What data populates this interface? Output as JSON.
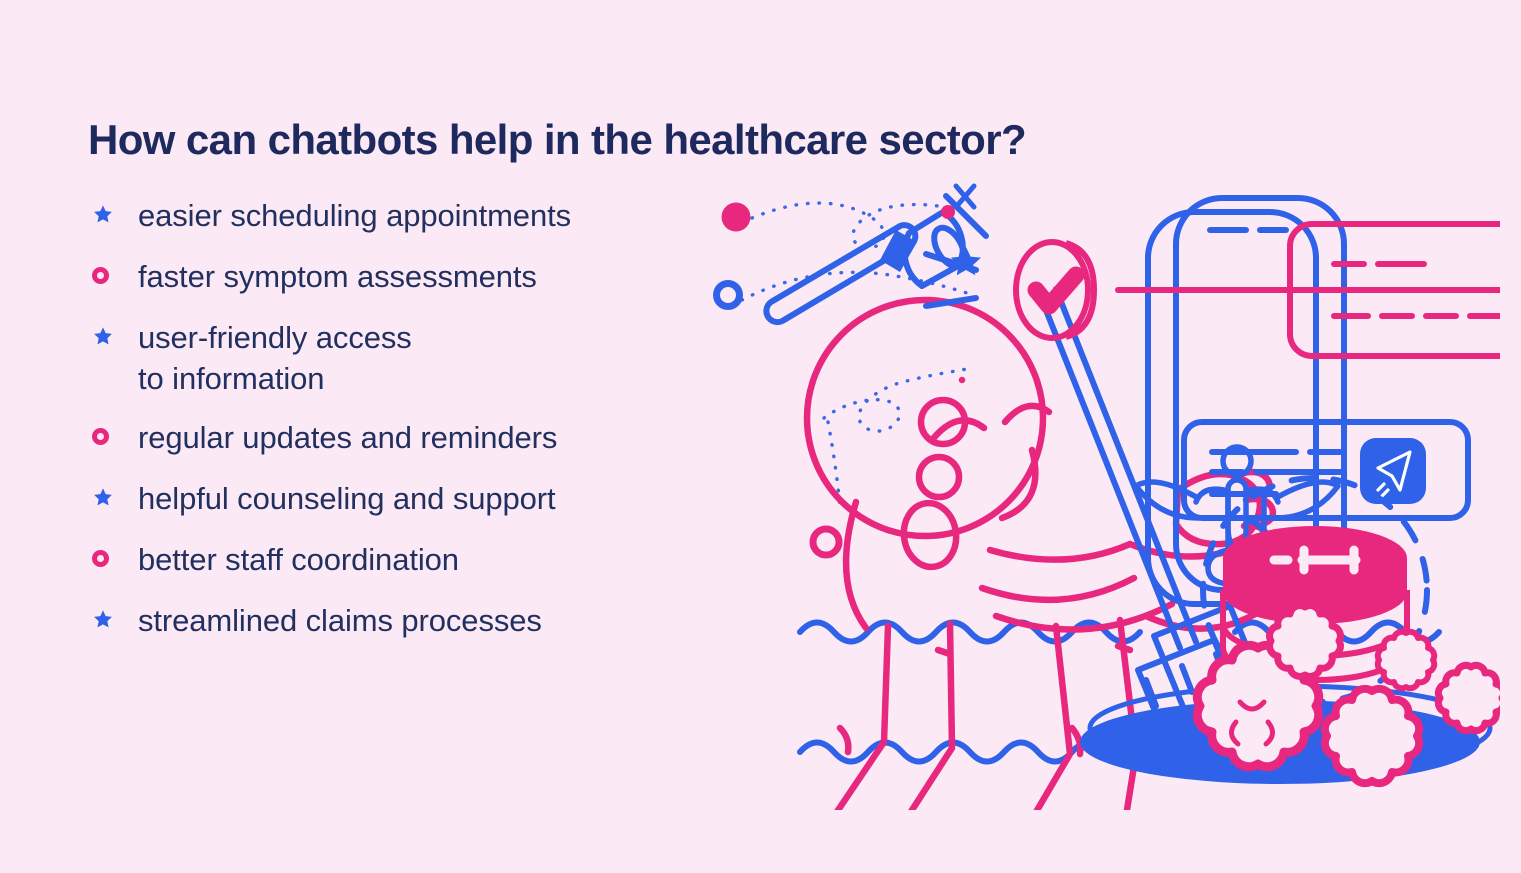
{
  "theme": {
    "background": "#fbeaf5",
    "title_color": "#1e2a5e",
    "text_color": "#22305f",
    "pink": "#e8287f",
    "blue": "#2f62e8"
  },
  "header": {
    "title": "How can chatbots help in the healthcare sector?"
  },
  "list": {
    "items": [
      {
        "marker": "star-bullet-icon",
        "marker_color": "#2f62e8",
        "label": "easier scheduling appointments"
      },
      {
        "marker": "ring-bullet-icon",
        "marker_color": "#e8287f",
        "label": "faster symptom assessments"
      },
      {
        "marker": "star-bullet-icon",
        "marker_color": "#2f62e8",
        "label": "user-friendly access\nto information"
      },
      {
        "marker": "ring-bullet-icon",
        "marker_color": "#e8287f",
        "label": "regular updates and reminders"
      },
      {
        "marker": "star-bullet-icon",
        "marker_color": "#2f62e8",
        "label": "helpful counseling and support"
      },
      {
        "marker": "ring-bullet-icon",
        "marker_color": "#e8287f",
        "label": "better staff coordination"
      },
      {
        "marker": "star-bullet-icon",
        "marker_color": "#2f62e8",
        "label": "streamlined claims processes"
      }
    ]
  },
  "illustration": {
    "name": "chatbot-healthcare-illustration",
    "elements": [
      "magic-wand-icon",
      "sparkle-icon",
      "chatbot-character",
      "broom-icon",
      "smartphone-icon",
      "caduceus-icon",
      "chat-bubble-icon",
      "verified-badge-icon",
      "message-input-bar",
      "send-icon",
      "database-icon",
      "germ-icon",
      "puddle-shape",
      "water-wave-line",
      "dotted-trail"
    ]
  }
}
